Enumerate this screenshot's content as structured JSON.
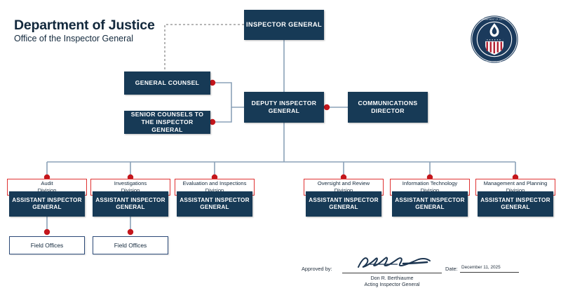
{
  "header": {
    "agency": "Department of Justice",
    "office": "Office of the Inspector General"
  },
  "seal": {
    "name": "doj-oig-seal",
    "outer_text_top": "DEPARTMENT OF JUSTICE",
    "outer_text_bottom": "OFFICE OF THE INSPECTOR GENERAL",
    "colors": {
      "ring": "#1b3a5c",
      "shield_red": "#b22234",
      "shield_blue": "#1b3a5c"
    }
  },
  "colors": {
    "navy": "#173A56",
    "red": "#e03232",
    "dot_red": "#c4161c",
    "line": "#8ba2b8",
    "field_border": "#2c4a78",
    "text_dark": "#12283c"
  },
  "nodes": {
    "inspector_general": "INSPECTOR GENERAL",
    "general_counsel": "GENERAL COUNSEL",
    "senior_counsels": "SENIOR COUNSELS TO THE INSPECTOR GENERAL",
    "deputy_inspector_general": "DEPUTY INSPECTOR GENERAL",
    "communications_director": "COMMUNICATIONS DIRECTOR",
    "assistant_inspector_general": "ASSISTANT INSPECTOR GENERAL",
    "field_offices": "Field Offices"
  },
  "divisions": [
    {
      "name": "Audit",
      "line1": "Audit",
      "line2": "Division",
      "aig": "ASSISTANT INSPECTOR GENERAL",
      "has_field_offices": true
    },
    {
      "name": "Investigations",
      "line1": "Investigations",
      "line2": "Division",
      "aig": "ASSISTANT INSPECTOR GENERAL",
      "has_field_offices": true
    },
    {
      "name": "Evaluation and Inspections",
      "line1": "Evaluation and Inspections",
      "line2": "Division",
      "aig": "ASSISTANT INSPECTOR GENERAL",
      "has_field_offices": false
    },
    {
      "name": "Oversight and Review",
      "line1": "Oversight and Review",
      "line2": "Division",
      "aig": "ASSISTANT INSPECTOR GENERAL",
      "has_field_offices": false
    },
    {
      "name": "Information Technology",
      "line1": "Information Technology",
      "line2": "Division",
      "aig": "ASSISTANT INSPECTOR GENERAL",
      "has_field_offices": false
    },
    {
      "name": "Management and Planning",
      "line1": "Management and Planning",
      "line2": "Division",
      "aig": "ASSISTANT INSPECTOR GENERAL",
      "has_field_offices": false
    }
  ],
  "signature": {
    "approved_label": "Approved by:",
    "date_label": "Date:",
    "date_value": "December 11, 2025",
    "signer_name": "Don R. Berthiaume",
    "signer_title": "Acting Inspector General"
  }
}
